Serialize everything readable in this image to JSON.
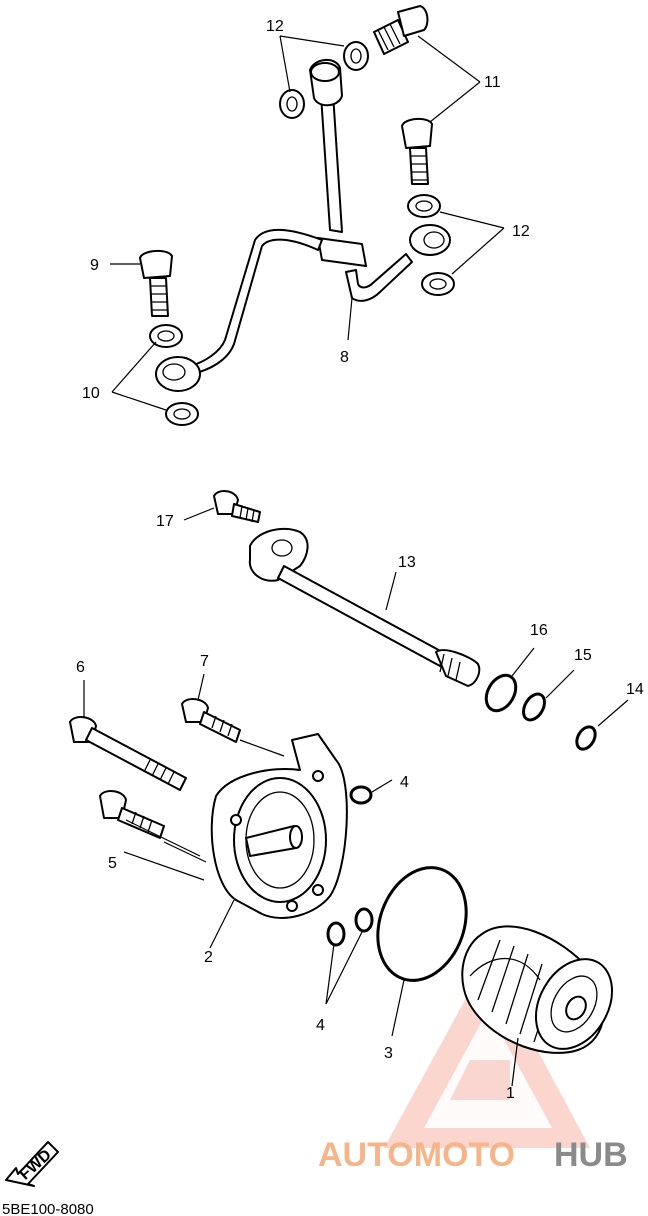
{
  "labels": {
    "p1": "1",
    "p2": "2",
    "p3": "3",
    "p4a": "4",
    "p4b": "4",
    "p5": "5",
    "p6": "6",
    "p7": "7",
    "p8": "8",
    "p9": "9",
    "p10": "10",
    "p11": "11",
    "p12a": "12",
    "p12b": "12",
    "p13": "13",
    "p14": "14",
    "p15": "15",
    "p16": "16",
    "p17": "17"
  },
  "fwd_label": "FWD",
  "diagram_code": "5BE100-8080",
  "watermark": {
    "part1": "AUTOMOTO",
    "part2": "HUB",
    "accent_color": "#f08a7a",
    "grey_color": "#8a8a8a"
  }
}
